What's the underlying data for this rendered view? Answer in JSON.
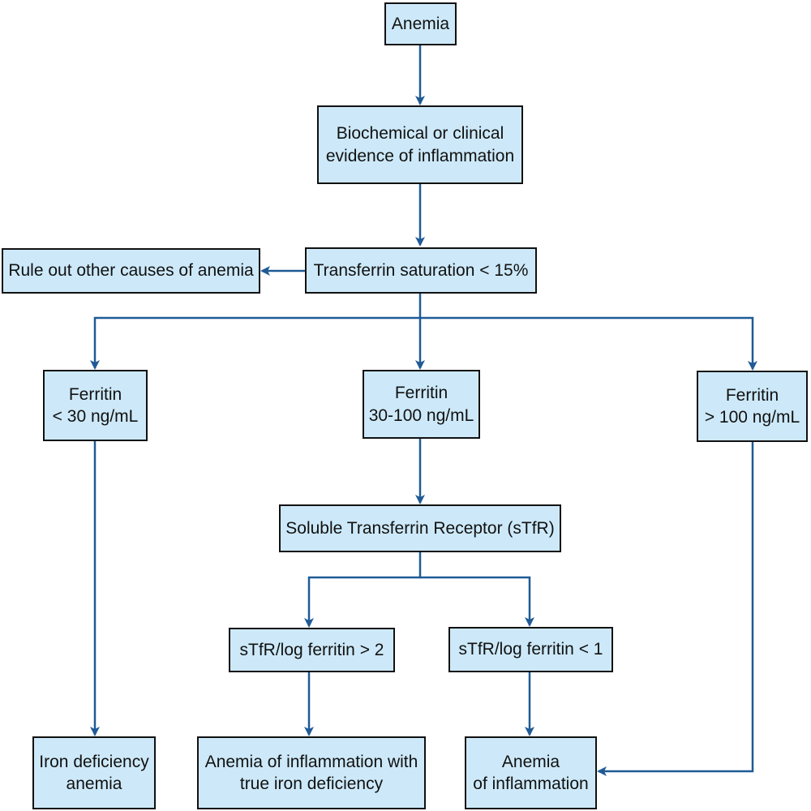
{
  "colors": {
    "box_fill": "#cde9f9",
    "box_border": "#111111",
    "arrow": "#1f5a96"
  },
  "nodes": {
    "anemia": {
      "lines": [
        "Anemia"
      ]
    },
    "inflammation": {
      "lines": [
        "Biochemical or clinical",
        "evidence of inflammation"
      ]
    },
    "transferrin": {
      "lines": [
        "Transferrin saturation < 15%"
      ]
    },
    "rule_out": {
      "lines": [
        "Rule out other causes of anemia"
      ]
    },
    "ferritin_low": {
      "lines": [
        "Ferritin",
        "< 30 ng/mL"
      ]
    },
    "ferritin_mid": {
      "lines": [
        "Ferritin",
        "30-100 ng/mL"
      ]
    },
    "ferritin_high": {
      "lines": [
        "Ferritin",
        "> 100 ng/mL"
      ]
    },
    "stfr": {
      "lines": [
        "Soluble Transferrin Receptor (sTfR)"
      ]
    },
    "ratio_high": {
      "lines": [
        "sTfR/log ferritin > 2"
      ]
    },
    "ratio_low": {
      "lines": [
        "sTfR/log ferritin < 1"
      ]
    },
    "ida": {
      "lines": [
        "Iron deficiency",
        "anemia"
      ]
    },
    "ai_true_id": {
      "lines": [
        "Anemia of inflammation with",
        "true iron deficiency"
      ]
    },
    "ai": {
      "lines": [
        "Anemia",
        "of inflammation"
      ]
    }
  },
  "edges": [
    {
      "from": "anemia",
      "to": "inflammation"
    },
    {
      "from": "inflammation",
      "to": "transferrin"
    },
    {
      "from": "transferrin",
      "to": "rule_out"
    },
    {
      "from": "transferrin",
      "to": "ferritin_low"
    },
    {
      "from": "transferrin",
      "to": "ferritin_mid"
    },
    {
      "from": "transferrin",
      "to": "ferritin_high"
    },
    {
      "from": "ferritin_mid",
      "to": "stfr"
    },
    {
      "from": "stfr",
      "to": "ratio_high"
    },
    {
      "from": "stfr",
      "to": "ratio_low"
    },
    {
      "from": "ferritin_low",
      "to": "ida"
    },
    {
      "from": "ratio_high",
      "to": "ai_true_id"
    },
    {
      "from": "ratio_low",
      "to": "ai"
    },
    {
      "from": "ferritin_high",
      "to": "ai"
    }
  ]
}
